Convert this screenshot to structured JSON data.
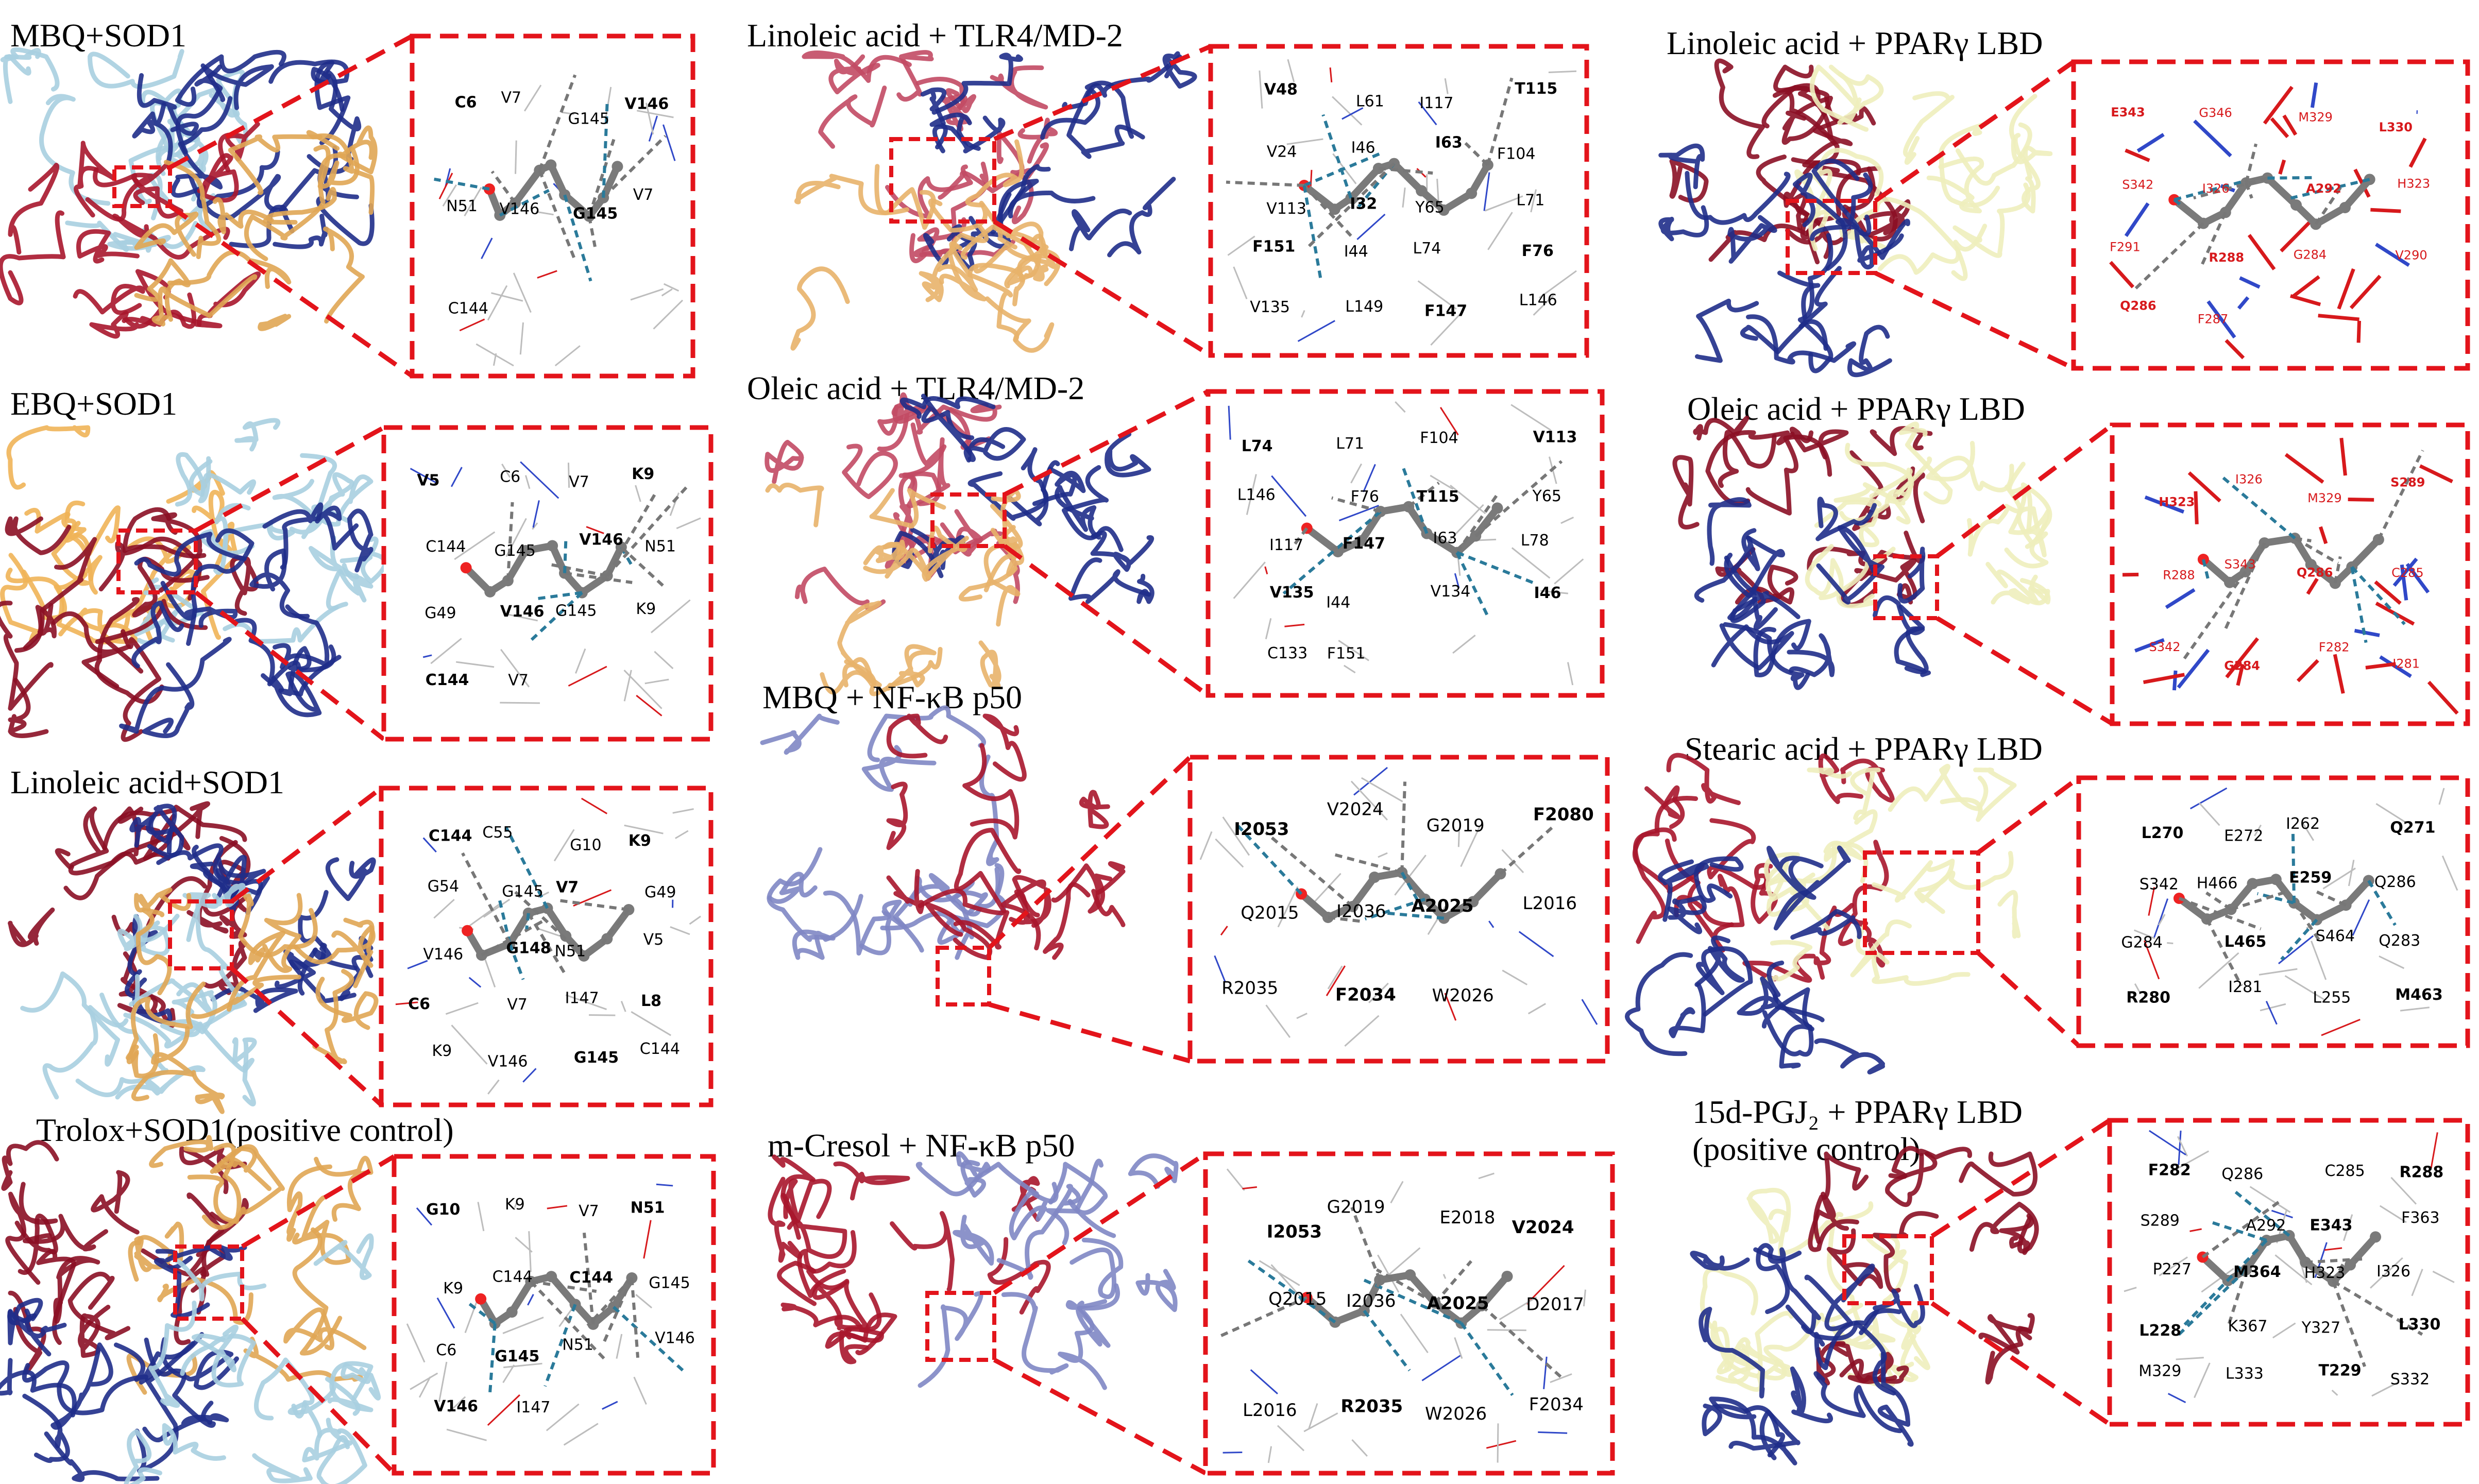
{
  "panels": [
    {
      "title_lines": [
        "MBQ+SOD1"
      ],
      "residues": [
        "C6",
        "V7",
        "G145",
        "V146",
        "N51",
        "V146",
        "G145",
        "V7",
        "C144"
      ],
      "residue_color": "#000000",
      "protein_colors": [
        "#a9cfe0",
        "#1f2e8a",
        "#a8162c",
        "#e0a654"
      ]
    },
    {
      "title_lines": [
        "EBQ+SOD1"
      ],
      "residues": [
        "V5",
        "C6",
        "V7",
        "K9",
        "C144",
        "G145",
        "V146",
        "N51",
        "G49",
        "V146",
        "G145",
        "K9",
        "C144",
        "V7"
      ],
      "residue_color": "#000000",
      "protein_colors": [
        "#f0b458",
        "#a9cfe0",
        "#8b0f25",
        "#1f2e8a"
      ]
    },
    {
      "title_lines": [
        "Linoleic acid+SOD1"
      ],
      "residues": [
        "C144",
        "C55",
        "G10",
        "K9",
        "G54",
        "G145",
        "V7",
        "G49",
        "V146",
        "G148",
        "N51",
        "V5",
        "C6",
        "V7",
        "I147",
        "L8",
        "K9",
        "V146",
        "G145",
        "C144"
      ],
      "residue_color": "#000000",
      "protein_colors": [
        "#8b0f25",
        "#1f2e8a",
        "#a9cfe0",
        "#e0a654"
      ]
    },
    {
      "title_lines": [
        "Trolox+SOD1(positive control)"
      ],
      "residues": [
        "G10",
        "K9",
        "V7",
        "N51",
        "K9",
        "C144",
        "C144",
        "G145",
        "C6",
        "G145",
        "N51",
        "V146",
        "V146",
        "I147"
      ],
      "residue_color": "#000000",
      "protein_colors": [
        "#8b0f25",
        "#e0a654",
        "#1f2e8a",
        "#a9cfe0"
      ]
    },
    {
      "title_lines": [
        "Linoleic acid + TLR4/MD-2"
      ],
      "residues": [
        "V48",
        "L61",
        "I117",
        "T115",
        "V24",
        "I46",
        "I63",
        "F104",
        "V113",
        "I32",
        "Y65",
        "L71",
        "F151",
        "I44",
        "L74",
        "F76",
        "V135",
        "L149",
        "F147",
        "L146"
      ],
      "residue_color": "#000000",
      "protein_colors": [
        "#c24a64",
        "#1f2e8a",
        "#e8b36a"
      ]
    },
    {
      "title_lines": [
        "Oleic acid + TLR4/MD-2"
      ],
      "residues": [
        "L74",
        "L71",
        "F104",
        "V113",
        "L146",
        "F76",
        "T115",
        "Y65",
        "I117",
        "F147",
        "I63",
        "L78",
        "V135",
        "I44",
        "V134",
        "I46",
        "C133",
        "F151"
      ],
      "residue_color": "#000000",
      "protein_colors": [
        "#c24a64",
        "#1f2e8a",
        "#e8b36a"
      ]
    },
    {
      "title_lines": [
        "MBQ + NF-κB p50"
      ],
      "residues": [
        "I2053",
        "V2024",
        "G2019",
        "F2080",
        "Q2015",
        "I2036",
        "A2025",
        "L2016",
        "R2035",
        "F2034",
        "W2026"
      ],
      "residue_color": "#000000",
      "protein_colors": [
        "#7f87c4",
        "#a8162c"
      ]
    },
    {
      "title_lines": [
        "m-Cresol + NF-κB p50"
      ],
      "residues": [
        "I2053",
        "G2019",
        "E2018",
        "V2024",
        "Q2015",
        "I2036",
        "A2025",
        "D2017",
        "L2016",
        "R2035",
        "W2026",
        "F2034"
      ],
      "residue_color": "#000000",
      "protein_colors": [
        "#a8162c",
        "#7f87c4"
      ]
    },
    {
      "title_lines": [
        "Linoleic acid + PPARγ LBD"
      ],
      "residues": [
        "E343",
        "G346",
        "M329",
        "L330",
        "S342",
        "I326",
        "A292",
        "H323",
        "F291",
        "R288",
        "G284",
        "V290",
        "Q286",
        "F287"
      ],
      "residue_color": "#d7191c",
      "protein_colors": [
        "#8b0f25",
        "#eeeebc",
        "#1f2e8a"
      ]
    },
    {
      "title_lines": [
        "Oleic acid + PPARγ LBD"
      ],
      "residues": [
        "H323",
        "I326",
        "M329",
        "S289",
        "R288",
        "S343",
        "Q286",
        "C285",
        "S342",
        "G284",
        "F282",
        "I281"
      ],
      "residue_color": "#d7191c",
      "protein_colors": [
        "#8b0f25",
        "#eeeebc",
        "#1f2e8a"
      ]
    },
    {
      "title_lines": [
        "Stearic acid + PPARγ LBD"
      ],
      "residues": [
        "L270",
        "E272",
        "I262",
        "Q271",
        "S342",
        "H466",
        "E259",
        "Q286",
        "G284",
        "L465",
        "S464",
        "Q283",
        "R280",
        "I281",
        "L255",
        "M463"
      ],
      "residue_color": "#000000",
      "protein_colors": [
        "#a8162c",
        "#eeeebc",
        "#1f2e8a"
      ]
    },
    {
      "title_lines": [
        "15d-PGJ₂ + PPARγ LBD",
        "(positive control)"
      ],
      "residues": [
        "F282",
        "Q286",
        "C285",
        "R288",
        "S289",
        "A292",
        "E343",
        "F363",
        "P227",
        "M364",
        "H323",
        "I326",
        "L228",
        "K367",
        "Y327",
        "L330",
        "M329",
        "L333",
        "T229",
        "S332"
      ],
      "residue_color": "#000000",
      "protein_colors": [
        "#eeeebc",
        "#8b0f25",
        "#1f2e8a"
      ]
    }
  ],
  "colors": {
    "zoom_box": "#e3141b",
    "ligand": "#7a7a7a",
    "wire": "#bdbdbd"
  }
}
